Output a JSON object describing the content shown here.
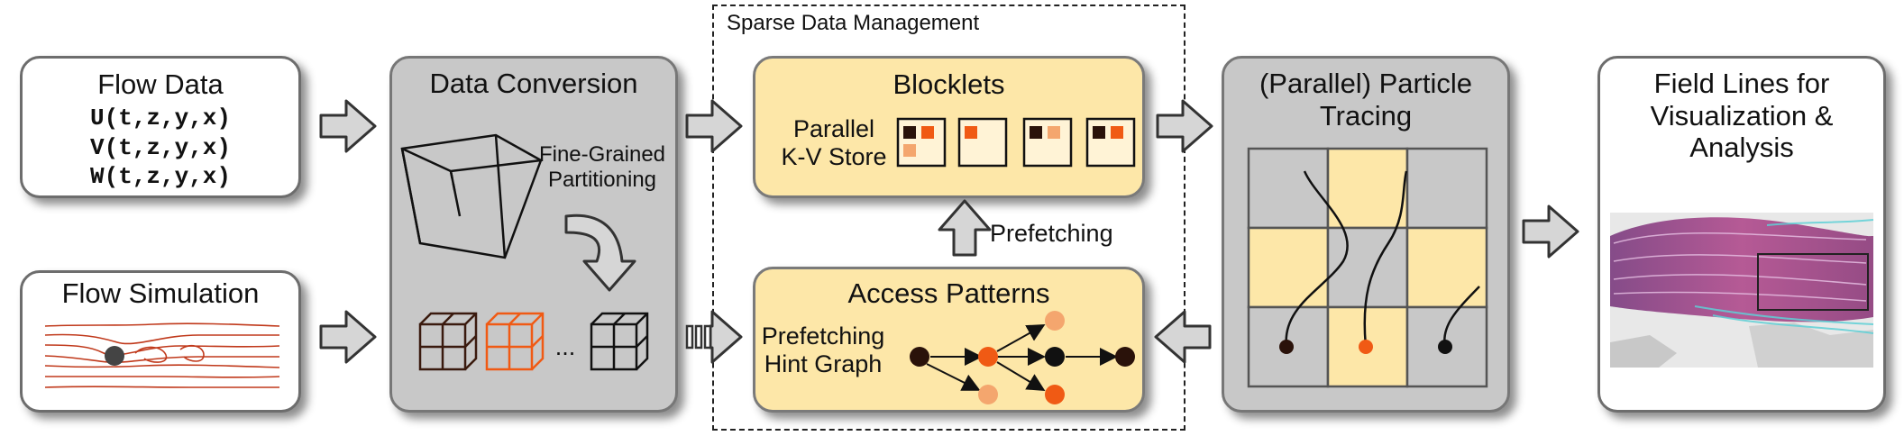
{
  "flow_data": {
    "title": "Flow Data",
    "lines": [
      "U(t,z,y,x)",
      "V(t,z,y,x)",
      "W(t,z,y,x)"
    ]
  },
  "flow_simulation": {
    "title": "Flow Simulation"
  },
  "data_conversion": {
    "title": "Data Conversion",
    "partition_label_1": "Fine-Grained",
    "partition_label_2": "Partitioning",
    "ellipsis": "..."
  },
  "sparse": {
    "title": "Sparse Data Management"
  },
  "blocklets": {
    "title": "Blocklets",
    "store_line1": "Parallel",
    "store_line2": "K-V Store"
  },
  "prefetching": {
    "label": "Prefetching"
  },
  "access_patterns": {
    "title": "Access Patterns",
    "hint_line1": "Prefetching",
    "hint_line2": "Hint Graph"
  },
  "particle_tracing": {
    "title_line1": "(Parallel) Particle",
    "title_line2": "Tracing"
  },
  "field_lines": {
    "line1": "Field Lines for",
    "line2": "Visualization &",
    "line3": "Analysis"
  },
  "colors": {
    "dark": "#2a120a",
    "orange": "#f05a14",
    "light_orange": "#f4a66e",
    "yellow": "#fde7a8",
    "gray": "#c8c8c8"
  }
}
